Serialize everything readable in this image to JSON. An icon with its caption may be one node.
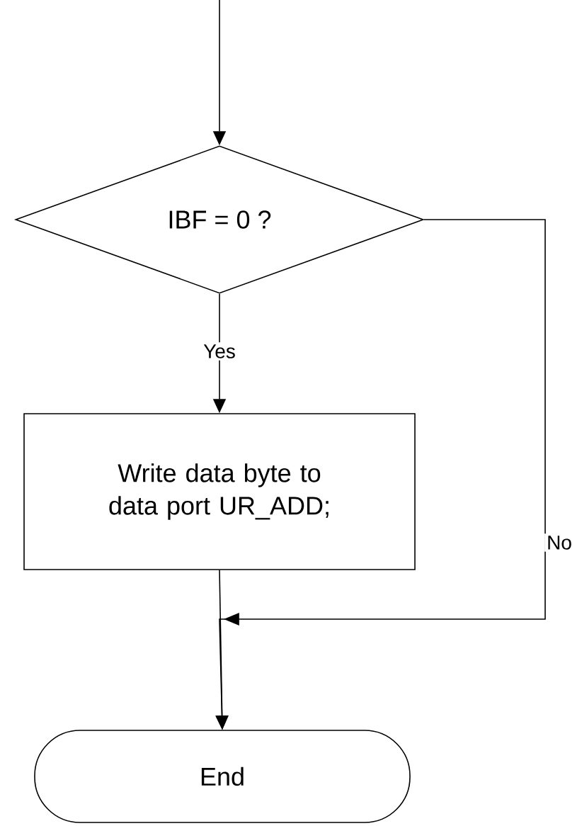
{
  "diagram": {
    "nodes": [
      {
        "text": [
          "IBF = 0 ?"
        ]
      },
      {
        "text": [
          "Write data byte to data port UR_ADD;"
        ]
      },
      {
        "text": [
          "End"
        ]
      }
    ],
    "edges": [
      {
        "from": null,
        "to": 0,
        "arrow": "to"
      },
      {
        "from": 0,
        "to": 1,
        "arrow": "to",
        "label": "Yes"
      },
      {
        "from": 0,
        "to": 2,
        "arrow": "to",
        "label": "No"
      },
      {
        "from": 1,
        "to": 2,
        "arrow": "to"
      }
    ]
  }
}
